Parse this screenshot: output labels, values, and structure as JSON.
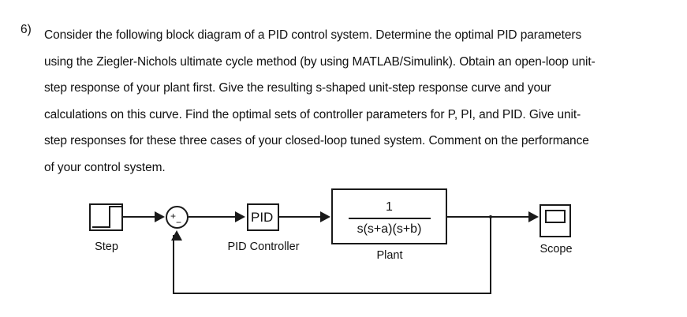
{
  "question": {
    "number": "6)",
    "lines": [
      "Consider the following block diagram of a PID control system. Determine the optimal PID parameters",
      "using the Ziegler-Nichols ultimate cycle method (by using MATLAB/Simulink). Obtain an open-loop unit-",
      "step response of your plant first. Give the resulting s-shaped unit-step response curve and your",
      "calculations on this curve. Find the optimal sets of controller parameters for P, PI, and PID. Give unit-",
      "step responses for these three cases of your closed-loop tuned system. Comment on the performance",
      "of your control system."
    ]
  },
  "diagram": {
    "title": "pid-control-block-diagram",
    "blocks": {
      "step": {
        "label": "Step",
        "icon": "step-signal-icon"
      },
      "sum": {
        "label": "",
        "plus_sign": "+",
        "minus_sign": "−",
        "icon": "summing-junction-icon"
      },
      "pid": {
        "text": "PID",
        "label": "PID Controller"
      },
      "plant": {
        "numerator": "1",
        "denominator": "s(s+a)(s+b)",
        "label": "Plant"
      },
      "scope": {
        "label": "Scope",
        "icon": "scope-display-icon"
      }
    },
    "signals": {
      "step_to_sum": "step-to-sum-wire",
      "sum_to_pid": "sum-to-pid-wire",
      "pid_to_plant": "pid-to-plant-wire",
      "plant_to_scope": "plant-to-scope-wire",
      "feedback": "feedback-wire"
    },
    "colors": {
      "line": "#1a1a1a",
      "background": "#ffffff",
      "text": "#111111"
    }
  }
}
